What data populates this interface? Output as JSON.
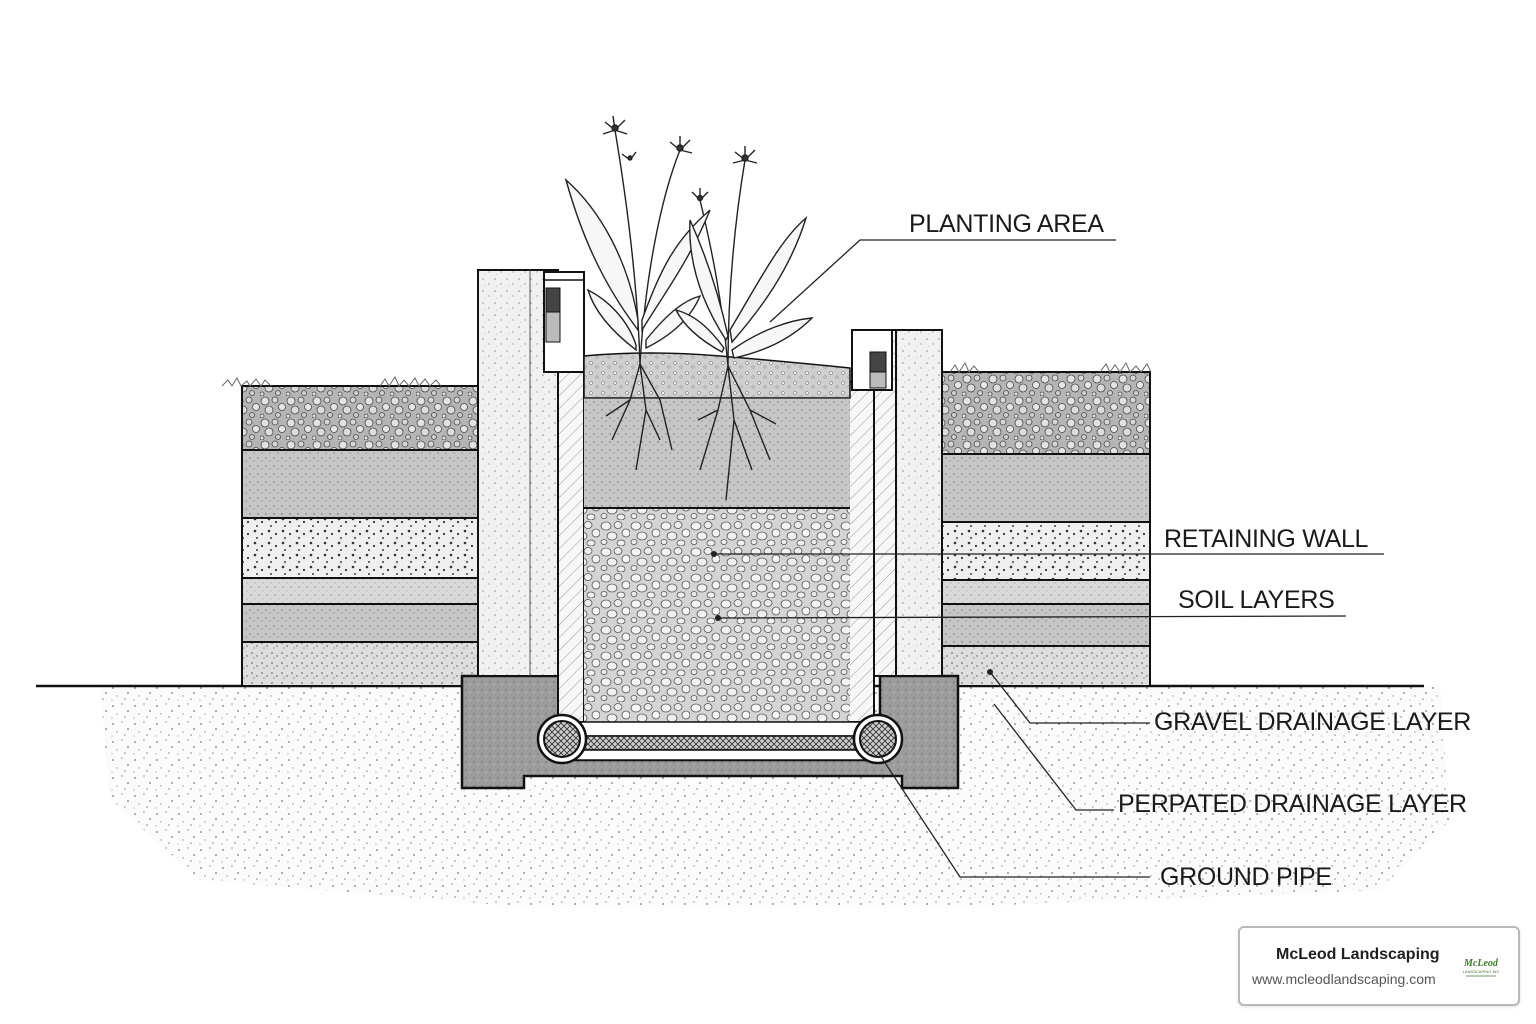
{
  "labels": {
    "planting_area": "PLANTING AREA",
    "retaining_wall": "RETAINING WALL",
    "soil_layers": "SOIL LAYERS",
    "gravel_drainage_layer": "GRAVEL DRAINAGE LAYER",
    "perpated_drainage_layer": "PERPATED DRAINAGE LAYER",
    "ground_pipe": "GROUND PIPE"
  },
  "brand": {
    "name": "McLeod Landscaping",
    "url": "www.mcleodlandscaping.com",
    "logo_text": "McLeod",
    "logo_subtext": "LANDSCAPING INC",
    "logo_color": "#3a7d2c"
  }
}
